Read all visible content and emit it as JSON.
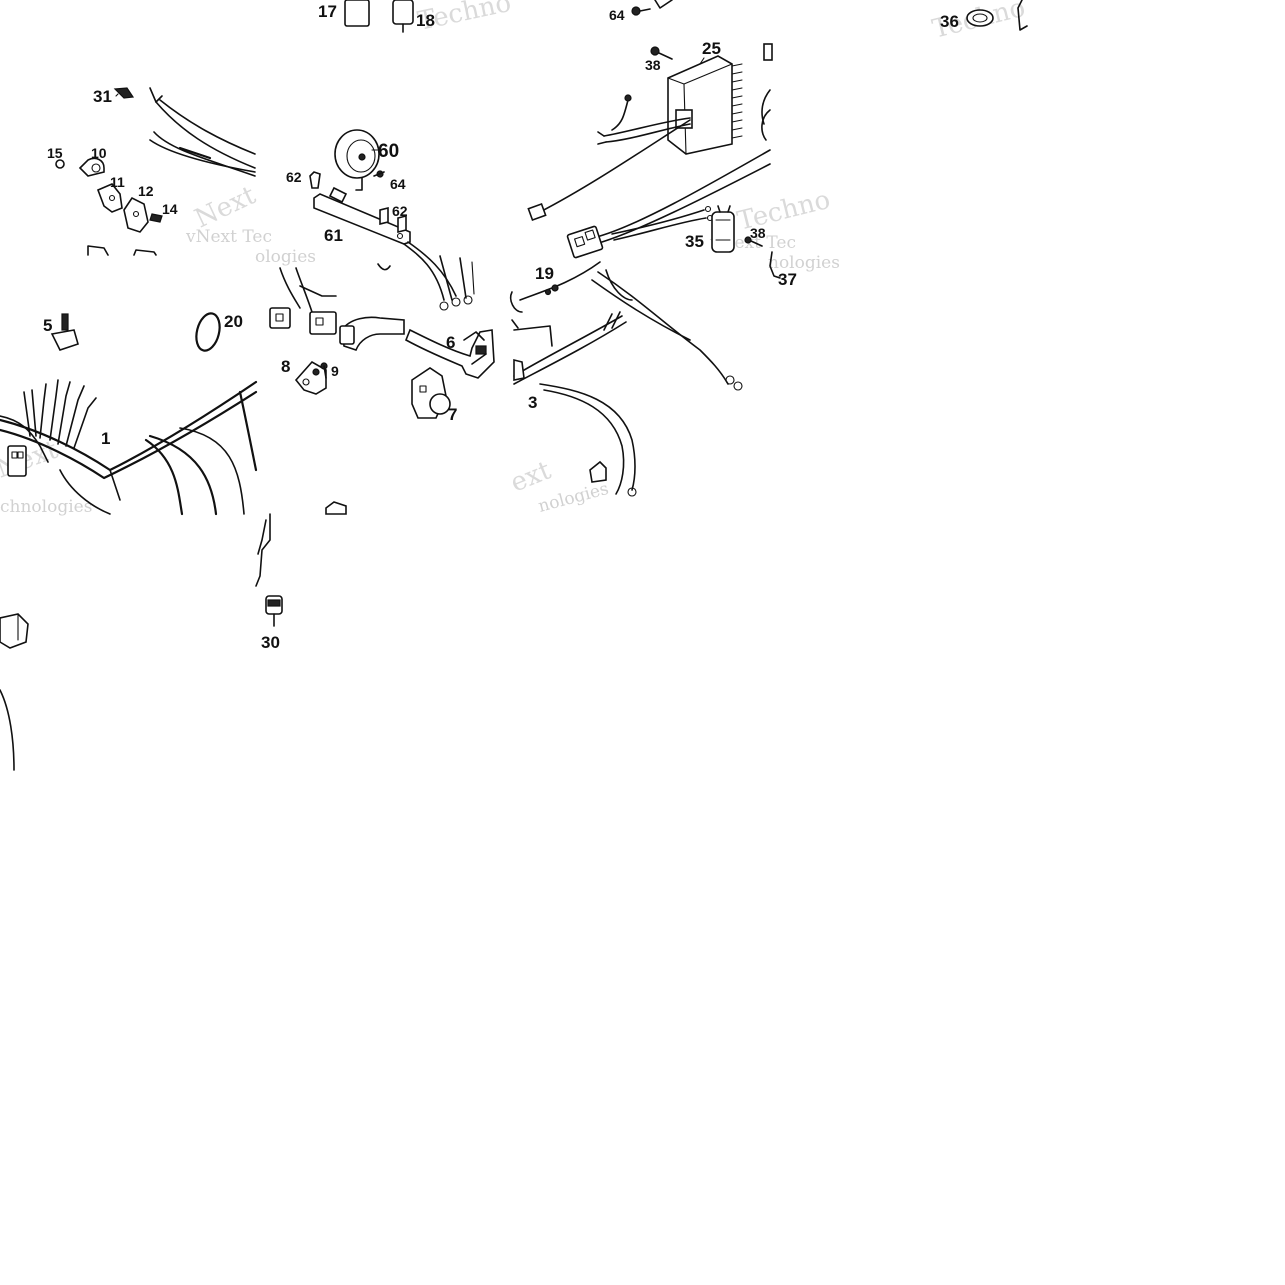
{
  "diagram": {
    "watermark_brand": "vNext Technologies",
    "watermarks": [
      "Techno",
      "Techno",
      "vNext Tec",
      "ologies",
      "vNext Tec",
      "nologies",
      "Next",
      "chnologies",
      "Next",
      "nologies",
      "ext",
      "Techno"
    ],
    "callouts": [
      {
        "id": "c17",
        "text": "17"
      },
      {
        "id": "c18",
        "text": "18"
      },
      {
        "id": "c64a",
        "text": "64"
      },
      {
        "id": "c36",
        "text": "36"
      },
      {
        "id": "c25",
        "text": "25"
      },
      {
        "id": "c38a",
        "text": "38"
      },
      {
        "id": "c31",
        "text": "31"
      },
      {
        "id": "c15",
        "text": "15"
      },
      {
        "id": "c10",
        "text": "10"
      },
      {
        "id": "c11",
        "text": "11"
      },
      {
        "id": "c12",
        "text": "12"
      },
      {
        "id": "c14",
        "text": "14"
      },
      {
        "id": "c60",
        "text": "60"
      },
      {
        "id": "c62a",
        "text": "62"
      },
      {
        "id": "c64b",
        "text": "64"
      },
      {
        "id": "c62b",
        "text": "62"
      },
      {
        "id": "c61",
        "text": "61"
      },
      {
        "id": "c35",
        "text": "35"
      },
      {
        "id": "c38b",
        "text": "38"
      },
      {
        "id": "c37",
        "text": "37"
      },
      {
        "id": "c19",
        "text": "19"
      },
      {
        "id": "c5",
        "text": "5"
      },
      {
        "id": "c20",
        "text": "20"
      },
      {
        "id": "c6",
        "text": "6"
      },
      {
        "id": "c8",
        "text": "8"
      },
      {
        "id": "c9",
        "text": "9"
      },
      {
        "id": "c7",
        "text": "7"
      },
      {
        "id": "c1",
        "text": "1"
      },
      {
        "id": "c3",
        "text": "3"
      },
      {
        "id": "c30",
        "text": "30"
      }
    ]
  }
}
